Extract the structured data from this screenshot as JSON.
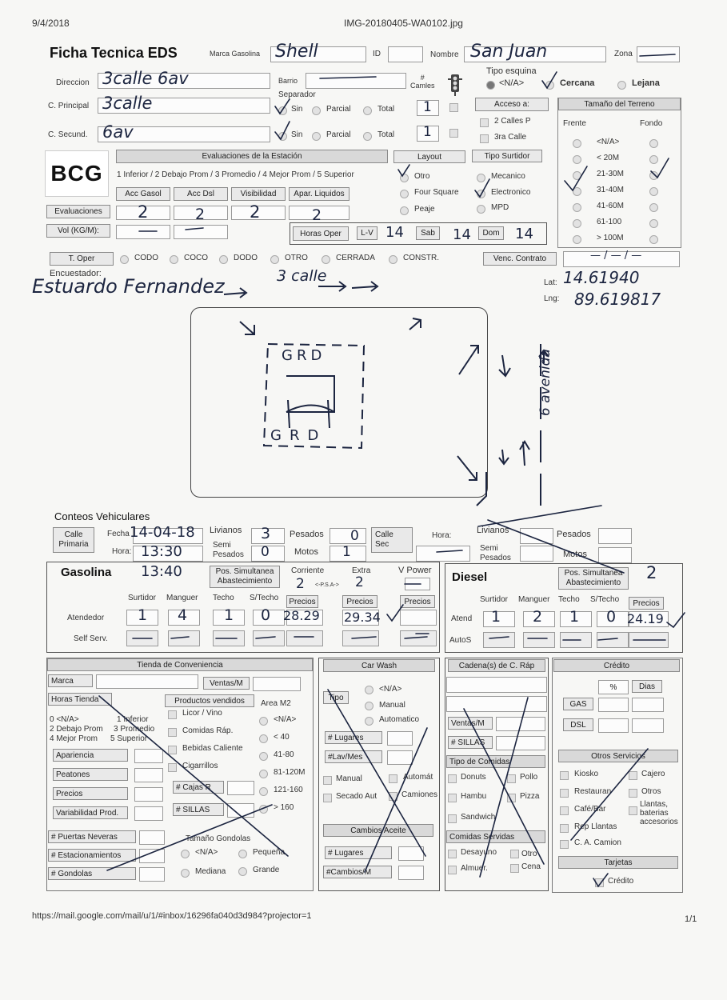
{
  "print_header": {
    "date": "9/4/2018",
    "filename": "IMG-20180405-WA0102.jpg"
  },
  "print_footer": {
    "url": "https://mail.google.com/mail/u/1/#inbox/16296fa040d3d984?projector=1",
    "page": "1/1"
  },
  "form": {
    "title": "Ficha Tecnica EDS",
    "marca_label": "Marca Gasolina",
    "marca_value": "Shell",
    "id_label": "ID",
    "nombre_label": "Nombre",
    "nombre_value": "San Juan",
    "zona_label": "Zona",
    "direccion_label": "Direccion",
    "direccion_value": "3calle 6av",
    "barrio_label": "Barrio",
    "camiles_label": "#\nCamles",
    "tipo_esquina_label": "Tipo esquina",
    "tipo_esquina_opts": [
      "<N/A>",
      "Cercana",
      "Lejana"
    ],
    "cprincipal_label": "C. Principal",
    "cprincipal_value": "3calle",
    "csecund_label": "C. Secund.",
    "csecund_value": "6av",
    "separador_label": "Separador",
    "separador_opts": [
      "Sin",
      "Parcial",
      "Total"
    ],
    "carriles_1": "1",
    "carriles_2": "1",
    "acceso_label": "Acceso a:",
    "acceso_opts": [
      "2 Calles P",
      "3ra Calle"
    ],
    "terreno_label": "Tamaño del Terreno",
    "frente_label": "Frente",
    "fondo_label": "Fondo",
    "terreno_opts": [
      "<N/A>",
      "< 20M",
      "21-30M",
      "31-40M",
      "41-60M",
      "61-100",
      "> 100M"
    ],
    "logo_text": "BCG",
    "evaluaciones_header": "Evaluaciones de la Estación",
    "scale_text": "1 Inferior / 2 Debajo Prom / 3 Promedio / 4 Mejor Prom / 5 Superior",
    "eval_cols": [
      "Acc Gasol",
      "Acc Dsl",
      "Visibilidad",
      "Apar. Liquidos"
    ],
    "evaluaciones_btn": "Evaluaciones",
    "eval_values": [
      "2",
      "2",
      "2",
      "2"
    ],
    "vol_btn": "Vol (KG/M):",
    "layout_label": "Layout",
    "layout_opts": [
      "Otro",
      "Four Square",
      "Peaje"
    ],
    "surtidor_label": "Tipo Surtidor",
    "surtidor_opts": [
      "Mecanico",
      "Electronico",
      "MPD"
    ],
    "horas_label": "Horas Oper",
    "lv_label": "L-V",
    "lv_value": "14",
    "sab_label": "Sab",
    "sab_value": "14",
    "dom_label": "Dom",
    "dom_value": "14",
    "toper_label": "T. Oper",
    "toper_opts": [
      "CODO",
      "COCO",
      "DODO",
      "OTRO",
      "CERRADA",
      "CONSTR."
    ],
    "venc_label": "Venc. Contrato",
    "venc_value": "— / — / —",
    "encuestador_label": "Encuestador:",
    "encuestador_value": "Estuardo Fernandez",
    "sketch_street": "3 calle",
    "lat_label": "Lat:",
    "lat_value": "14.61940",
    "lng_label": "Lng:",
    "lng_value": "89.619817",
    "sketch_labels": {
      "top": "GRD",
      "bottom": "GRD",
      "avenida": "6 avenida"
    }
  },
  "conteos": {
    "title": "Conteos Vehiculares",
    "calle_primaria": "Calle Primaria",
    "fecha_label": "Fecha",
    "fecha_value": "14-04-18",
    "hora_label": "Hora:",
    "hora_value": "13:30",
    "livianos_label": "Livianos",
    "livianos_value": "3",
    "pesados_label": "Pesados",
    "pesados_value": "0",
    "semi_label": "Semi\nPesados",
    "semi_value": "0",
    "motos_label": "Motos",
    "motos_value": "1",
    "calle_sec": "Calle\nSec",
    "hora2_label": "Hora:"
  },
  "gasolina": {
    "title": "Gasolina",
    "time": "13:40",
    "pos_label": "Pos. Simultanea\nAbastecimiento",
    "corriente_label": "Corriente",
    "corriente_value": "2",
    "psa_label": "<-P.S.A->",
    "extra_label": "Extra",
    "extra_value": "2",
    "vpower_label": "V Power",
    "cols": [
      "Surtidor",
      "Manguer",
      "Techo",
      "S/Techo"
    ],
    "precios_label": "Precios",
    "atendedor_label": "Atendedor",
    "atendedor_values": [
      "1",
      "4",
      "1",
      "0"
    ],
    "precio_corriente": "28.29",
    "precio_extra": "29.34",
    "self_label": "Self Serv."
  },
  "diesel": {
    "title": "Diesel",
    "pos_label": "Pos. Simultanea\nAbastecimiento",
    "pos_value": "2",
    "cols": [
      "Surtidor",
      "Manguer",
      "Techo",
      "S/Techo"
    ],
    "precios_label": "Precios",
    "atend_label": "Atend",
    "atend_values": [
      "1",
      "2",
      "1",
      "0"
    ],
    "precio": "24.19",
    "autos_label": "AutoS"
  },
  "tienda": {
    "header": "Tienda de Conveniencia",
    "marca": "Marca",
    "ventas": "Ventas/M",
    "horas": "Horas Tienda",
    "productos": "Productos vendidos",
    "area": "Area M2",
    "scale": [
      "0 <N/A>",
      "1 Inferior",
      "2 Debajo Prom",
      "3 Promedio",
      "4 Mejor Prom",
      "5 Superior"
    ],
    "productos_opts": [
      "Licor / Vino",
      "Comidas Ráp.",
      "Bebidas Caliente",
      "Cigarrillos"
    ],
    "area_opts": [
      "<N/A>",
      "< 40",
      "41-80",
      "81-120M",
      "121-160",
      "> 160"
    ],
    "ratings": [
      "Apariencia",
      "Peatones",
      "Precios",
      "Variabilidad Prod."
    ],
    "cajas": "# Cajas R",
    "sillas": "# SILLAS",
    "puertas": "# Puertas Neveras",
    "estacionamientos": "# Estacionamientos",
    "gondolas": "# Gondolas",
    "tamano_gondolas": "Tamaño Gondolas",
    "gondola_opts": [
      "<N/A>",
      "Pequeña",
      "Mediana",
      "Grande"
    ]
  },
  "carwash": {
    "header": "Car Wash",
    "tipo": "Tipo",
    "tipo_opts": [
      "<N/A>",
      "Manual",
      "Automatico"
    ],
    "lugares": "# Lugares",
    "lav": "#Lav/Mes",
    "opts": [
      "Manual",
      "Automát",
      "Secado Aut",
      "Camiones"
    ],
    "cambios_header": "Cambios Aceite",
    "lugares2": "# Lugares",
    "cambios": "#Cambios/M"
  },
  "cadenas": {
    "header": "Cadena(s) de C. Ráp",
    "ventas": "Ventas/M",
    "sillas": "# SILLAS",
    "tipo_comidas": "Tipo de Comidas",
    "comidas": [
      "Donuts",
      "Pollo",
      "Hambu",
      "Pizza",
      "Sandwich"
    ],
    "servidas": "Comidas Servidas",
    "servidas_opts": [
      "Desayuno",
      "Otro",
      "Almuer.",
      "Cena"
    ]
  },
  "credito": {
    "header": "Crédito",
    "pct": "%",
    "dias": "Dias",
    "gas": "GAS",
    "dsl": "DSL",
    "otros_header": "Otros Servicios",
    "otros": [
      "Kiosko",
      "Cajero",
      "Restauran",
      "Otros",
      "Café/Bar",
      "Llantas, baterias accesorios",
      "Rep Llantas",
      "C. A. Camion"
    ],
    "tarjetas_header": "Tarjetas",
    "credito_opt": "Crédito"
  },
  "colors": {
    "ink": "#1c2540",
    "panel": "#555555",
    "button": "#e9e9e9"
  }
}
